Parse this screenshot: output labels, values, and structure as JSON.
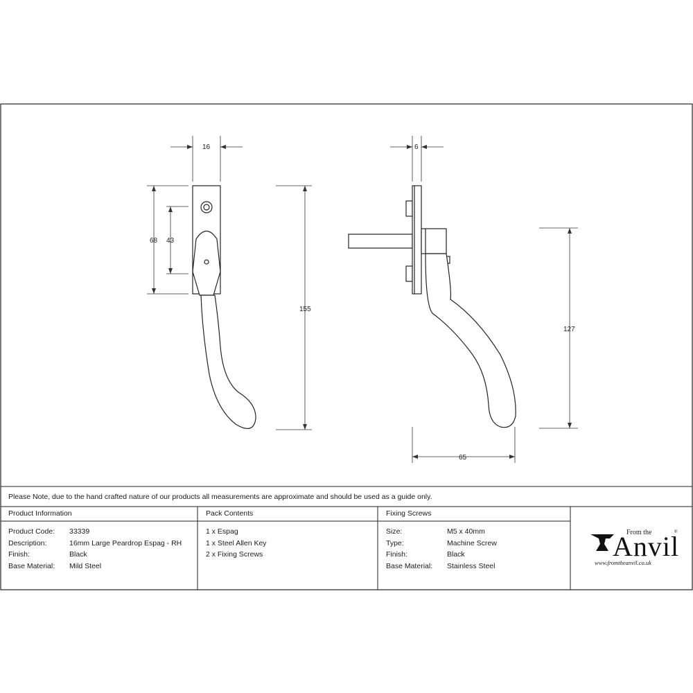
{
  "dimensions": {
    "width_top": "16",
    "height_68": "68",
    "height_43": "43",
    "height_155": "155",
    "depth_6": "6",
    "height_127": "127",
    "projection_65": "65"
  },
  "note": "Please Note, due to the hand crafted nature of our products all measurements are approximate and should be used as a guide only.",
  "product_info": {
    "heading": "Product Information",
    "rows": [
      {
        "label": "Product Code:",
        "value": "33339"
      },
      {
        "label": "Description:",
        "value": "16mm Large Peardrop Espag - RH"
      },
      {
        "label": "Finish:",
        "value": "Black"
      },
      {
        "label": "Base Material:",
        "value": "Mild Steel"
      }
    ]
  },
  "pack_contents": {
    "heading": "Pack Contents",
    "items": [
      "1 x Espag",
      "1 x Steel Allen Key",
      "2 x Fixing Screws"
    ]
  },
  "fixing_screws": {
    "heading": "Fixing Screws",
    "rows": [
      {
        "label": "Size:",
        "value": "M5 x 40mm"
      },
      {
        "label": "Type:",
        "value": "Machine Screw"
      },
      {
        "label": "Finish:",
        "value": "Black"
      },
      {
        "label": "Base Material:",
        "value": "Stainless Steel"
      }
    ]
  },
  "logo": {
    "from_the": "From the",
    "name": "Anvil",
    "registered": "®",
    "url": "www.fromtheanvil.co.uk"
  }
}
